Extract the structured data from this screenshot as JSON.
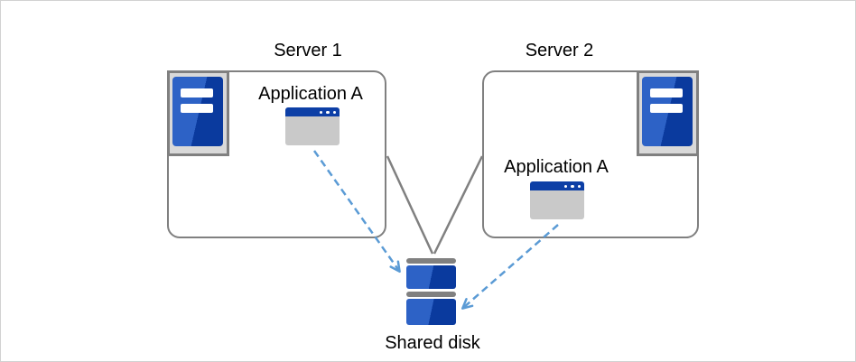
{
  "diagram": {
    "server1": {
      "title": "Server 1",
      "app_label": "Application A"
    },
    "server2": {
      "title": "Server 2",
      "app_label": "Application A"
    },
    "shared_disk": {
      "label": "Shared disk"
    },
    "connections": [
      {
        "from": "server1-box",
        "to": "shared-disk",
        "style": "solid-gray-line"
      },
      {
        "from": "server2-box",
        "to": "shared-disk",
        "style": "solid-gray-line"
      },
      {
        "from": "server1-application",
        "to": "shared-disk",
        "style": "dashed-blue-arrow"
      },
      {
        "from": "server2-application",
        "to": "shared-disk",
        "style": "dashed-blue-arrow"
      }
    ],
    "colors": {
      "outline_gray": "#808080",
      "icon_tray_gray": "#d9d9d9",
      "panel_blue_light": "#2d62c6",
      "panel_blue_dark": "#0a3a9e",
      "window_titlebar_blue": "#0d3fa6",
      "window_body_gray": "#c9c9c9",
      "arrow_blue": "#5b9bd5",
      "text": "#000000",
      "canvas_border": "#d2d2d2"
    }
  }
}
